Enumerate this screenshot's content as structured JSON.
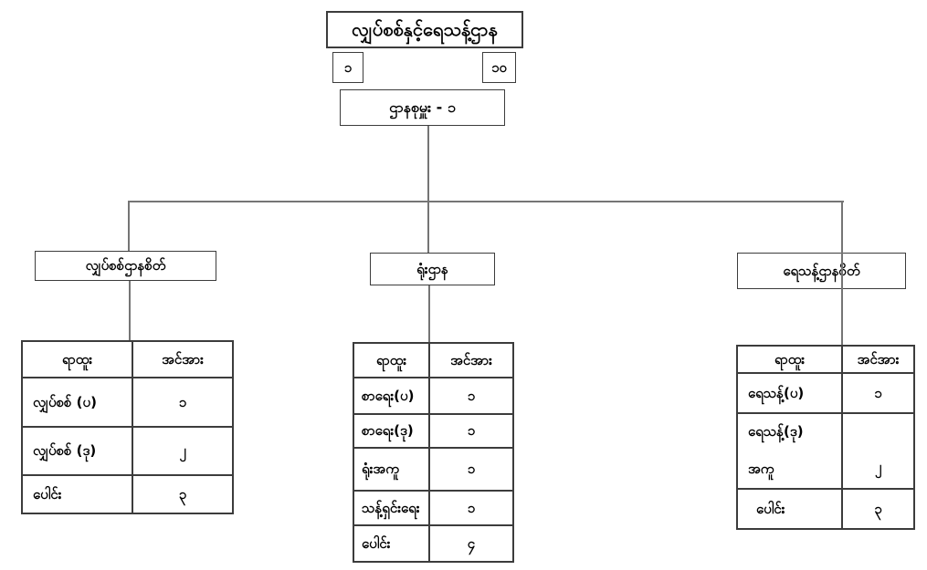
{
  "header": {
    "title": "လျှပ်စစ်နှင့်ရေသန့်ဌာန",
    "count_left": "၁",
    "count_right": "၁၀",
    "supervisor": "ဌာနစုမှူး - ၁"
  },
  "branches": [
    {
      "name": "လျှပ်စစ်ဌာနစိတ်",
      "headers": [
        "ရာထူး",
        "အင်အား"
      ],
      "rows": [
        {
          "position": "လျှပ်စစ် (ပ)",
          "strength": "၁"
        },
        {
          "position": "လျှပ်စစ် (ဒု)",
          "strength": "၂"
        },
        {
          "position": "ပေါင်း",
          "strength": "၃"
        }
      ]
    },
    {
      "name": "ရုံးဌာန",
      "headers": [
        "ရာထူး",
        "အင်အား"
      ],
      "rows": [
        {
          "position": "စာရေး(ပ)",
          "strength": "၁"
        },
        {
          "position": "စာရေး(ဒု)",
          "strength": "၁"
        },
        {
          "position": "ရုံးအကူ",
          "strength": "၁"
        },
        {
          "position": "သန့်ရှင်းရေး",
          "strength": "၁"
        },
        {
          "position": "ပေါင်း",
          "strength": "၄"
        }
      ]
    },
    {
      "name": "ရေသန့်ဌာနစိတ်",
      "headers": [
        "ရာထူး",
        "အင်အား"
      ],
      "rows": [
        {
          "position": "ရေသန့်(ပ)",
          "strength": "၁"
        },
        {
          "position": "ရေသန့်(ဒု)",
          "position_line2": "အကူ",
          "strength": "၂"
        },
        {
          "position": "ပေါင်း",
          "strength": "၃"
        }
      ]
    }
  ],
  "colors": {
    "background": "#ffffff",
    "box_border": "#3c3c3c",
    "connector_line": "#757575",
    "text": "#000000"
  }
}
